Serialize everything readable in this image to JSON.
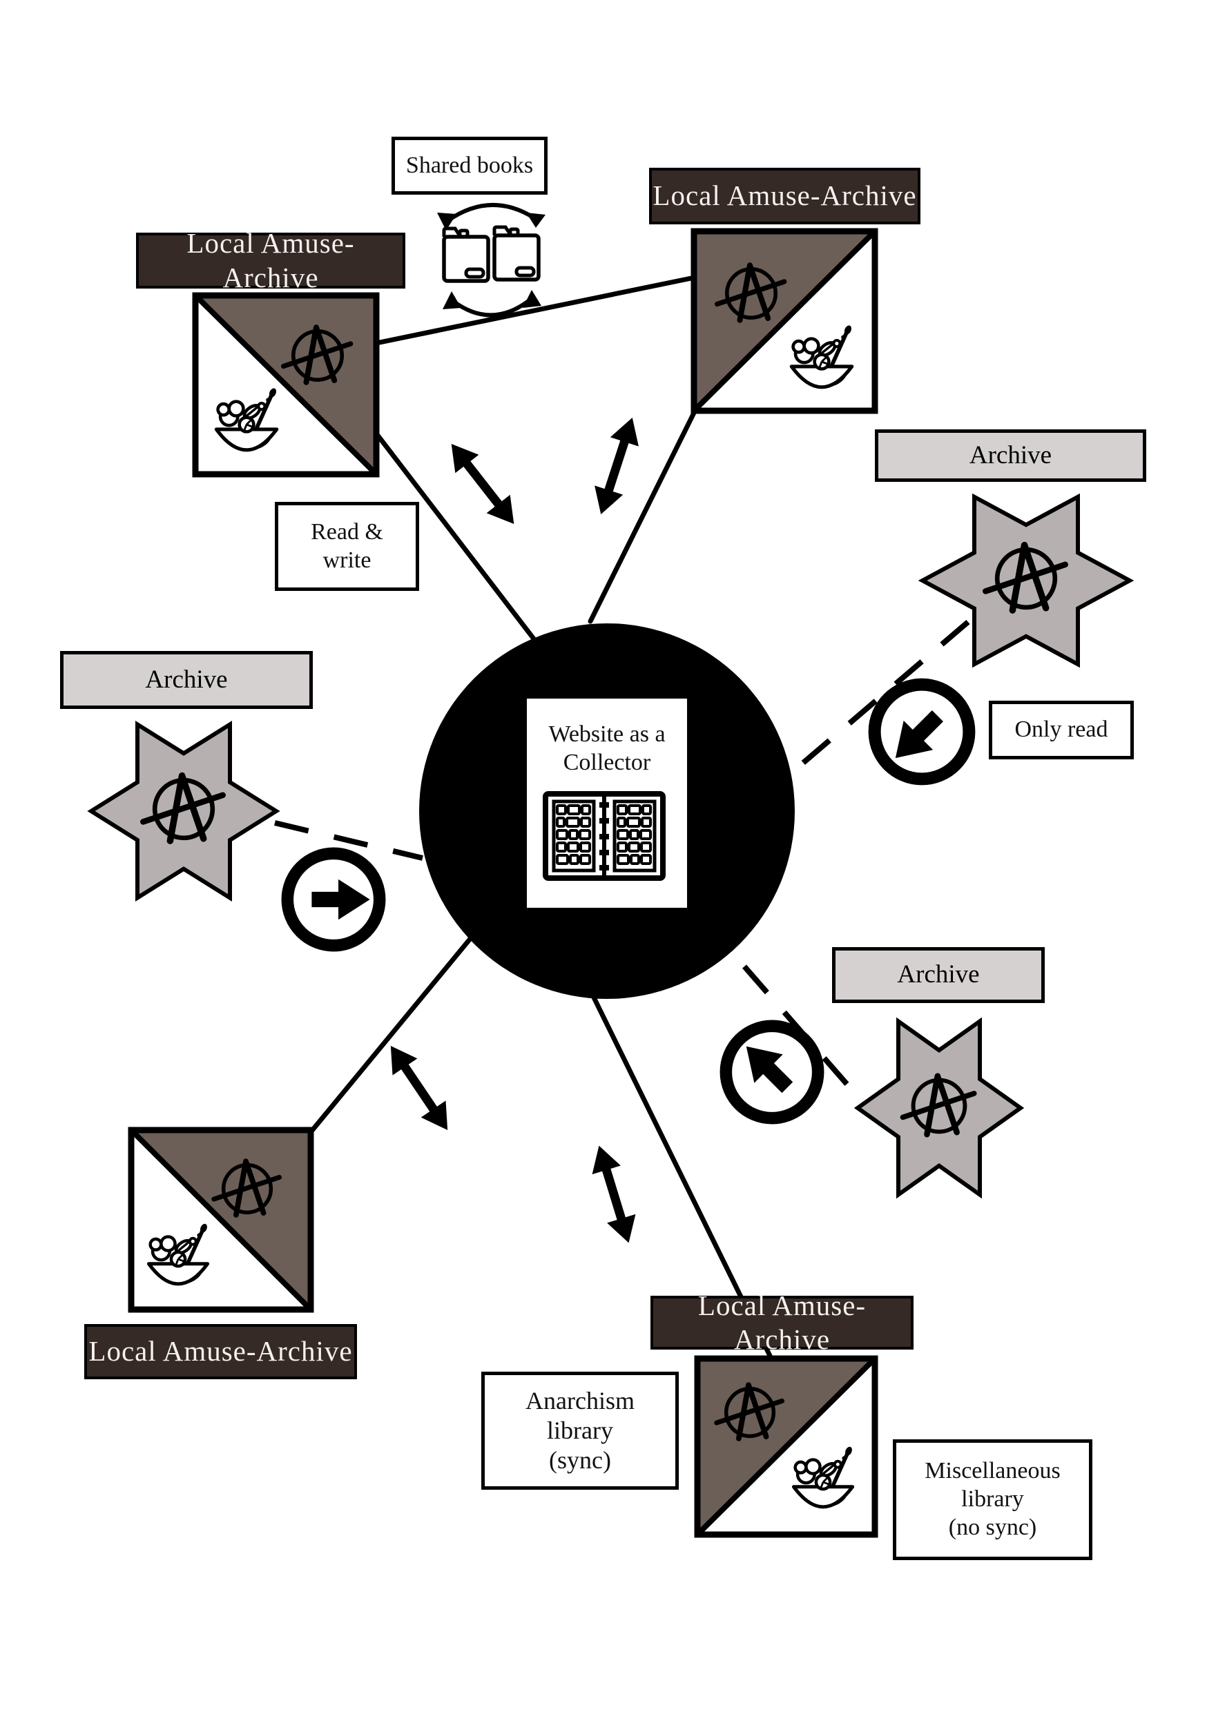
{
  "center": {
    "label": "Website as a\nCollector",
    "icon": "open-book-catalog-icon",
    "shape": "black-circle"
  },
  "labels": {
    "shared_books": "Shared books",
    "read_write": "Read &\nwrite",
    "only_read": "Only read",
    "anarchism_library": "Anarchism\nlibrary\n(sync)",
    "miscellaneous_library": "Miscellaneous\nlibrary\n(no sync)"
  },
  "nodes": {
    "top_left_archive": {
      "label": "Local Amuse-Archive",
      "icons": [
        "anarchy-symbol-icon",
        "salad-bowl-icon"
      ],
      "shape": "split-square"
    },
    "top_right_archive": {
      "label": "Local Amuse-Archive",
      "icons": [
        "anarchy-symbol-icon",
        "salad-bowl-icon"
      ],
      "shape": "split-square"
    },
    "bottom_left_archive": {
      "label": "Local Amuse-Archive",
      "icons": [
        "anarchy-symbol-icon",
        "salad-bowl-icon"
      ],
      "shape": "split-square"
    },
    "bottom_archive": {
      "label": "Local Amuse-Archive",
      "icons": [
        "anarchy-symbol-icon",
        "salad-bowl-icon"
      ],
      "shape": "split-square"
    },
    "left_archive": {
      "label": "Archive",
      "icons": [
        "anarchy-symbol-icon"
      ],
      "shape": "six-pointed-star"
    },
    "right_archive": {
      "label": "Archive",
      "icons": [
        "anarchy-symbol-icon"
      ],
      "shape": "six-pointed-star"
    },
    "bottom_right_archive": {
      "label": "Archive",
      "icons": [
        "anarchy-symbol-icon"
      ],
      "shape": "six-pointed-star"
    }
  },
  "connections": [
    {
      "from": "top_left_archive",
      "to": "collector",
      "type": "bidirectional",
      "annotation": "Read & write"
    },
    {
      "from": "top_right_archive",
      "to": "collector",
      "type": "bidirectional"
    },
    {
      "from": "top_left_archive",
      "to": "top_right_archive",
      "type": "peer",
      "annotation": "Shared books"
    },
    {
      "from": "left_archive",
      "to": "collector",
      "type": "read-only-into-collector"
    },
    {
      "from": "right_archive",
      "to": "collector",
      "type": "read-only-into-collector",
      "annotation": "Only read"
    },
    {
      "from": "bottom_right_archive",
      "to": "collector",
      "type": "read-only-into-collector"
    },
    {
      "from": "bottom_left_archive",
      "to": "collector",
      "type": "bidirectional"
    },
    {
      "from": "bottom_archive",
      "to": "collector",
      "type": "bidirectional",
      "sub_libraries": [
        "Anarchism library (sync)",
        "Miscellaneous library (no sync)"
      ]
    }
  ],
  "colors": {
    "dark_label_bg": "#352a25",
    "square_triangle": "#6c5f57",
    "star_fill": "#b7b0b0",
    "archive_label_bg": "#d6d1d1",
    "line": "#000000",
    "center_circle": "#000000",
    "text_on_dark": "#f5f1ee",
    "text": "#111111",
    "background": "#ffffff"
  }
}
